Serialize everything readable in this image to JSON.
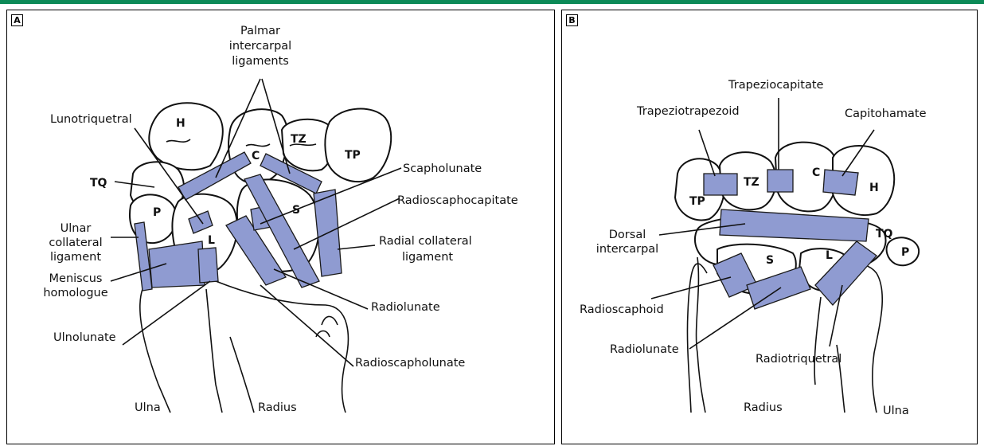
{
  "theme": {
    "accent_bar": "#0c8a57",
    "ligament_color": "#8f9bd1"
  },
  "panel_a": {
    "label": "A",
    "bones": {
      "hamate": "H",
      "capitate": "C",
      "trapezoid": "TZ",
      "trapezium": "TP",
      "triquetrum": "TQ",
      "pisiform": "P",
      "lunate": "L",
      "scaphoid": "S"
    },
    "labels": {
      "palmar_1": "Palmar",
      "palmar_2": "intercarpal",
      "palmar_3": "ligaments",
      "lunotriquetral": "Lunotriquetral",
      "tq": "TQ",
      "ulnar_1": "Ulnar",
      "ulnar_2": "collateral",
      "ulnar_3": "ligament",
      "meniscus_1": "Meniscus",
      "meniscus_2": "homologue",
      "ulnolunate": "Ulnolunate",
      "scapholunate": "Scapholunate",
      "radioscaphocapitate": "Radioscaphocapitate",
      "radial_coll_1": "Radial collateral",
      "radial_coll_2": "ligament",
      "radiolunate": "Radiolunate",
      "radioscapholunate": "Radioscapholunate",
      "ulna": "Ulna",
      "radius": "Radius"
    }
  },
  "panel_b": {
    "label": "B",
    "bones": {
      "trapezium": "TP",
      "trapezoid": "TZ",
      "capitate": "C",
      "hamate": "H",
      "triquetrum": "TQ",
      "pisiform": "P",
      "scaphoid": "S",
      "lunate": "L"
    },
    "labels": {
      "trapeziocapitate": "Trapeziocapitate",
      "trapeziotrapezoid": "Trapeziotrapezoid",
      "capitohamate": "Capitohamate",
      "dorsal_1": "Dorsal",
      "dorsal_2": "intercarpal",
      "radioscaphoid": "Radioscaphoid",
      "radiolunate": "Radiolunate",
      "radiotriquetral": "Radiotriquetral",
      "radius": "Radius",
      "ulna": "Ulna"
    }
  }
}
